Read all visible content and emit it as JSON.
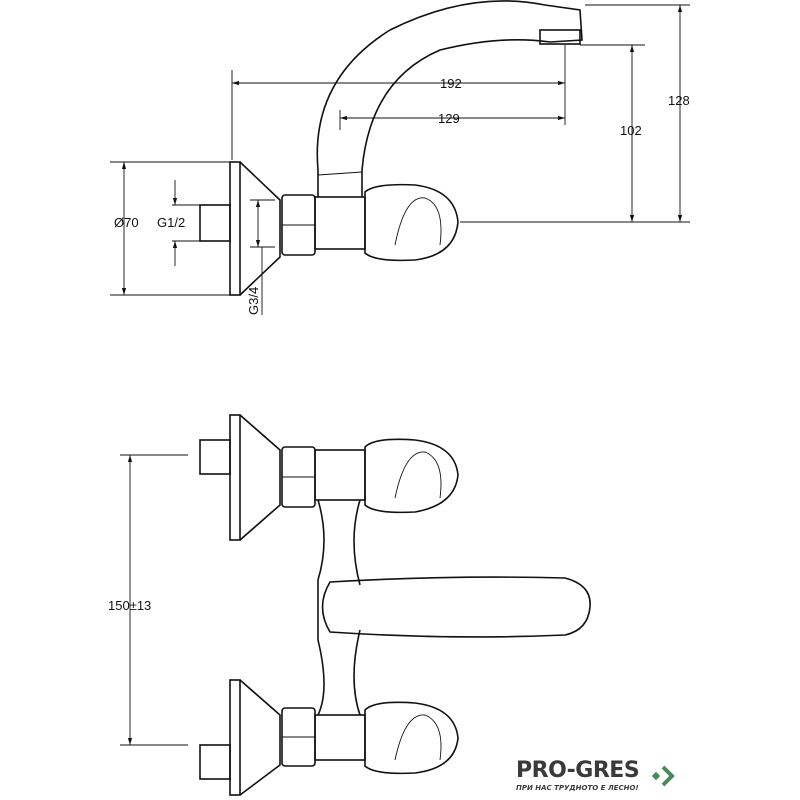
{
  "dimensions": {
    "d192": "192",
    "d129": "129",
    "d102": "102",
    "d128": "128",
    "d70": "Ø70",
    "g12": "G1/2",
    "g34": "G3/4",
    "d150": "150±13"
  },
  "logo": {
    "name": "PRO-GRES",
    "slogan": "ПРИ НАС ТРУДНОТО Е ЛЕСНО!",
    "color": "#4a8a5a"
  }
}
